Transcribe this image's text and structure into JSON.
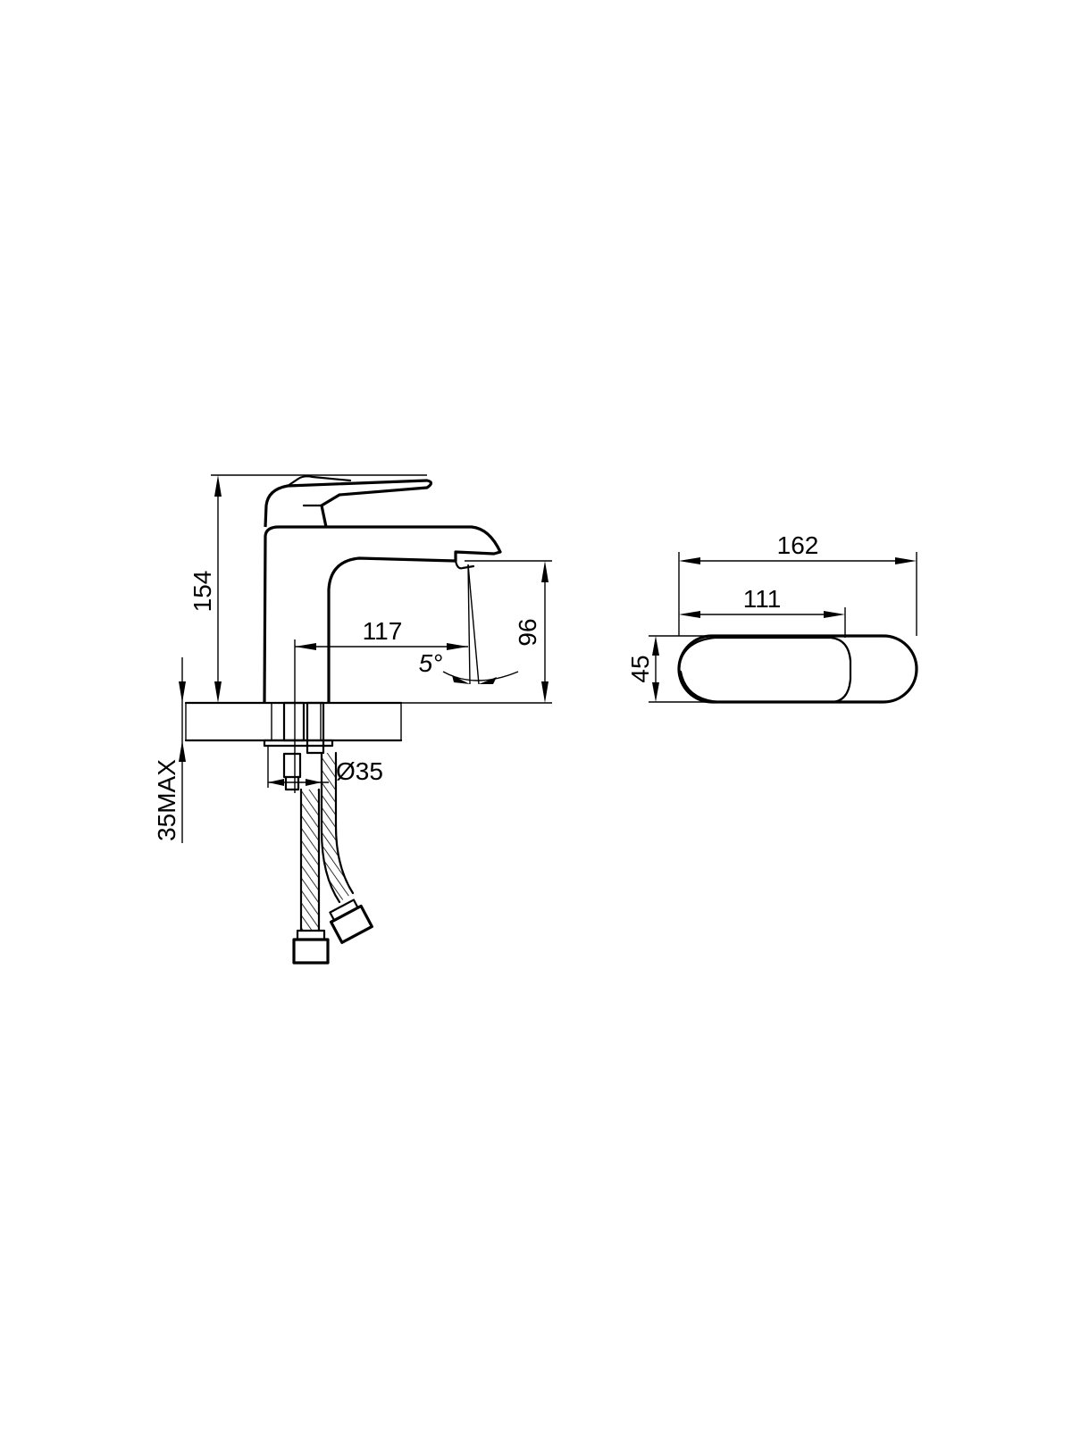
{
  "drawing": {
    "side_view": {
      "dimensions": {
        "overall_height": "154",
        "spout_reach": "117",
        "spout_height": "96",
        "spout_angle": "5°",
        "hole_diameter": "Ø35",
        "max_deck_thickness": "35MAX"
      }
    },
    "top_view": {
      "dimensions": {
        "overall_length": "162",
        "handle_length": "111",
        "width": "45"
      }
    }
  }
}
